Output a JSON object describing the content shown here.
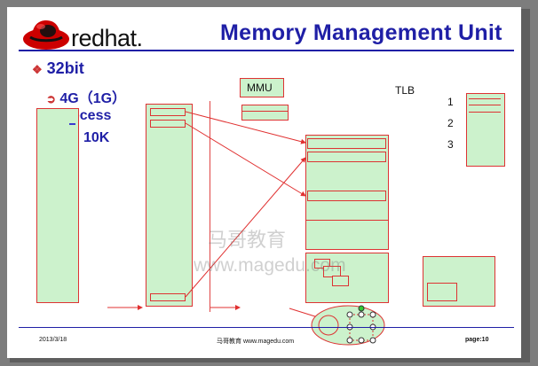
{
  "slide": {
    "title": "Memory Management Unit",
    "logo_text": "redhat.",
    "bullets": [
      "32bit",
      "4G（1G）",
      "process",
      "10K"
    ],
    "mmu_label": "MMU",
    "tlb_label": "TLB",
    "tlb_numbers": [
      "1",
      "2",
      "3"
    ],
    "watermark_cn": "马哥教育",
    "watermark_url": "www.magedu.com",
    "footer_date": "2013/3/18",
    "footer_center": "马哥教育 www.magedu.com",
    "footer_page_label": "page:",
    "footer_page_num": "10"
  },
  "colors": {
    "title_blue": "#1f1fa6",
    "box_fill": "#ccf2cc",
    "box_border": "#dd3333",
    "arrow_red": "#e03030",
    "logo_red": "#cc0000"
  }
}
